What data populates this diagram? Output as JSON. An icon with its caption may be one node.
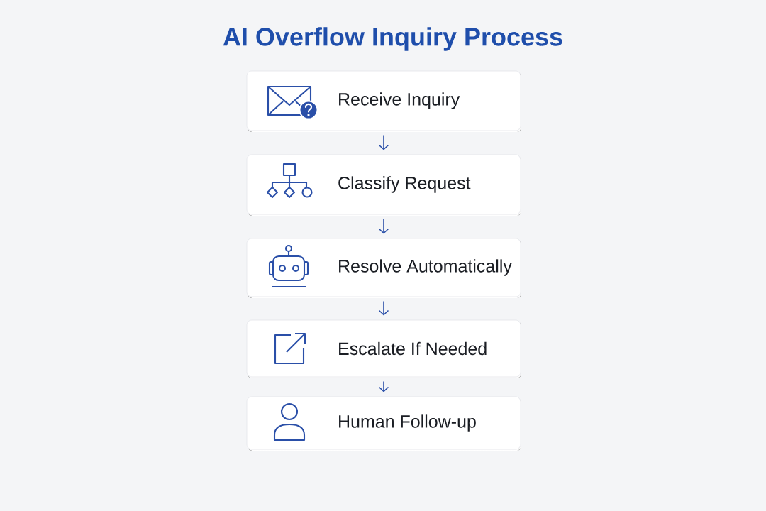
{
  "diagram": {
    "title": "AI Overflow Inquiry Process",
    "nodes": [
      {
        "text": [
          "Receive Inquiry"
        ]
      },
      {
        "text": [
          "Classify Request"
        ]
      },
      {
        "text": [
          "Resolve Automatically"
        ]
      },
      {
        "text": [
          "Escalate If Needed"
        ]
      },
      {
        "text": [
          "Human Follow-up"
        ]
      }
    ],
    "edges": [
      {
        "from": 0,
        "to": 1,
        "arrow": "to"
      },
      {
        "from": 1,
        "to": 2,
        "arrow": "to"
      },
      {
        "from": 2,
        "to": 3,
        "arrow": "to"
      },
      {
        "from": 3,
        "to": 4,
        "arrow": "to"
      }
    ]
  }
}
